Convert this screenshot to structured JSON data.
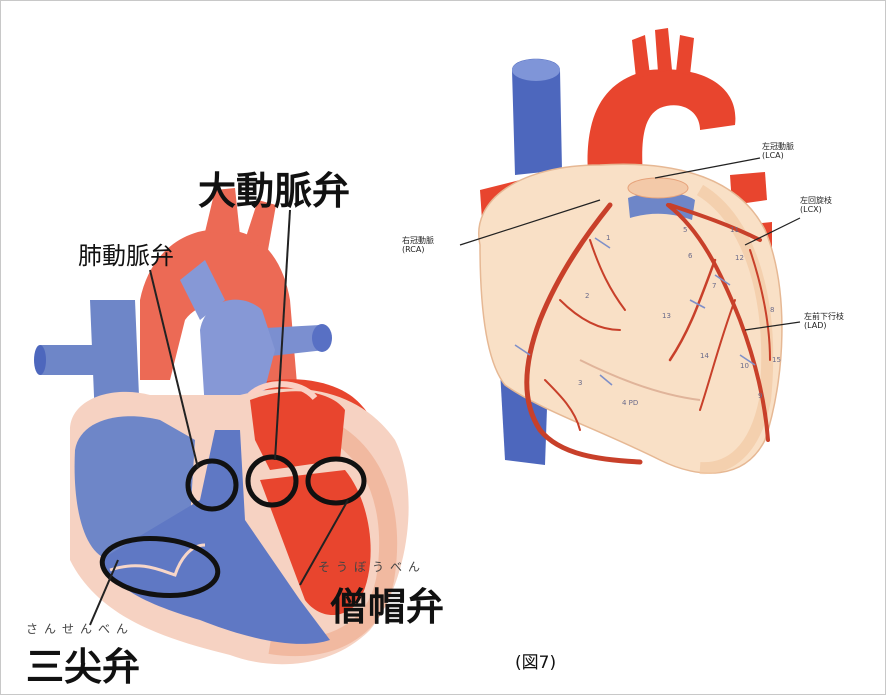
{
  "left_labels": {
    "aortic_valve": "大動脈弁",
    "pulmonary_valve": "肺動脈弁",
    "mitral_valve": "僧帽弁",
    "mitral_ruby": "そうぼうべん",
    "tricuspid_valve": "三尖弁",
    "tricuspid_ruby": "さんせんべん"
  },
  "right_labels": {
    "lca": [
      "左冠動脈",
      "(LCA)"
    ],
    "lcx": [
      "左回旋枝",
      "(LCX)"
    ],
    "rca": [
      "右冠動脈",
      "(RCA)"
    ],
    "lad": [
      "左前下行枝",
      "(LAD)"
    ]
  },
  "segment_numbers": [
    "1",
    "2",
    "3",
    "4 PD",
    "5",
    "6",
    "7",
    "8",
    "9",
    "10",
    "11",
    "12",
    "13",
    "14",
    "15"
  ],
  "figure_label": "(図7)",
  "colors": {
    "red": "#e8452e",
    "blue": "#6e86c8",
    "dark_blue": "#4d67bd",
    "flesh": "#f8dcc0",
    "artery": "#c8402a"
  }
}
